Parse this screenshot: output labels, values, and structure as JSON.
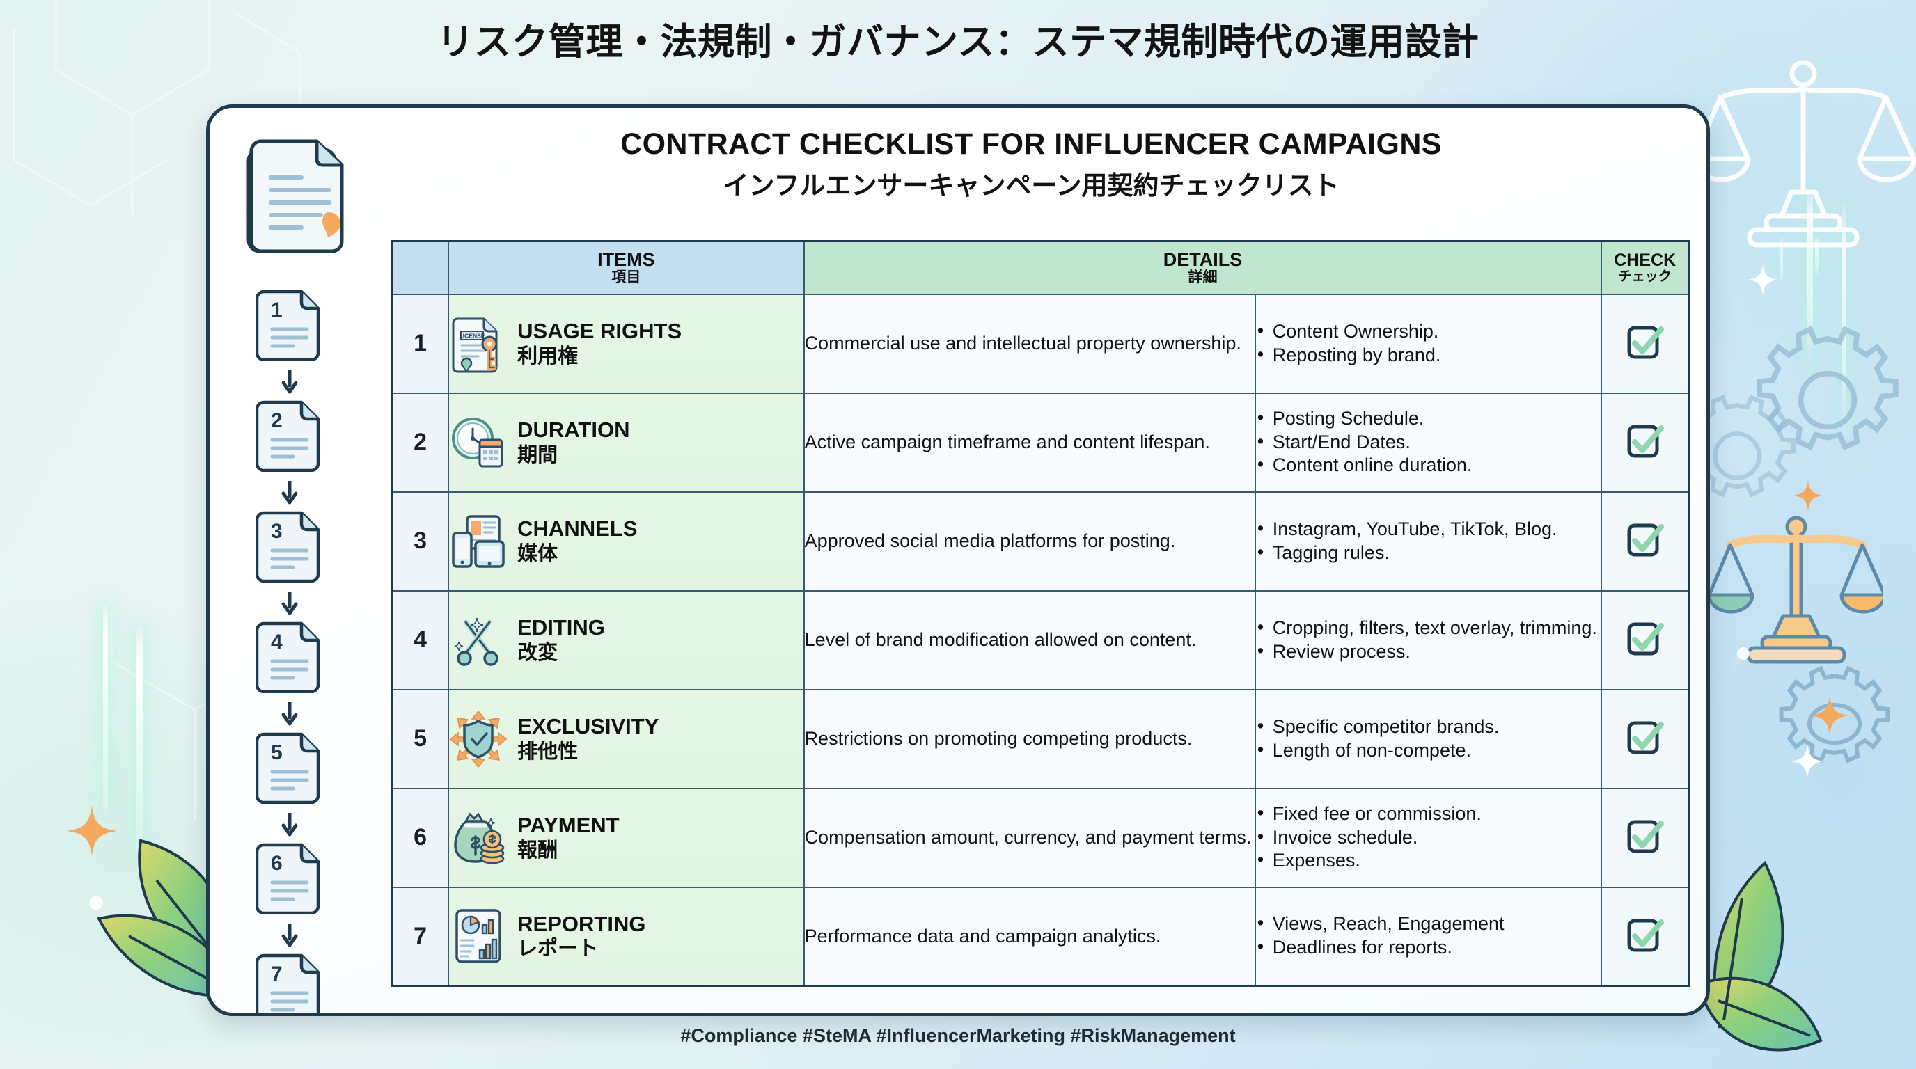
{
  "page_title": "リスク管理・法規制・ガバナンス：ステマ規制時代の運用設計",
  "card": {
    "heading_en": "CONTRACT CHECKLIST FOR INFLUENCER CAMPAIGNS",
    "heading_ja": "インフルエンサーキャンペーン用契約チェックリスト"
  },
  "table": {
    "columns": [
      {
        "key": "number",
        "label_en": "",
        "label_ja": ""
      },
      {
        "key": "items",
        "label_en": "ITEMS",
        "label_ja": "項目"
      },
      {
        "key": "details",
        "label_en": "DETAILS",
        "label_ja": "詳細"
      },
      {
        "key": "bullets",
        "label_en": "",
        "label_ja": ""
      },
      {
        "key": "check",
        "label_en": "CHECK",
        "label_ja": "チェック"
      }
    ],
    "rows": [
      {
        "number": "1",
        "icon": "license-key-icon",
        "item_en": "USAGE RIGHTS",
        "item_ja": "利用権",
        "details": "Commercial use and intellectual property ownership.",
        "bullets": [
          "Content Ownership.",
          "Reposting by brand."
        ],
        "checked": true
      },
      {
        "number": "2",
        "icon": "clock-calendar-icon",
        "item_en": "DURATION",
        "item_ja": "期間",
        "details": "Active campaign timeframe and content lifespan.",
        "bullets": [
          "Posting Schedule.",
          "Start/End Dates.",
          "Content online duration."
        ],
        "checked": true
      },
      {
        "number": "3",
        "icon": "devices-icon",
        "item_en": "CHANNELS",
        "item_ja": "媒体",
        "details": "Approved social media platforms for posting.",
        "bullets": [
          "Instagram, YouTube, TikTok, Blog.",
          "Tagging rules."
        ],
        "checked": true
      },
      {
        "number": "4",
        "icon": "scissors-icon",
        "item_en": "EDITING",
        "item_ja": "改変",
        "details": "Level of brand modification allowed on content.",
        "bullets": [
          "Cropping, filters, text overlay, trimming.",
          "Review process."
        ],
        "checked": true
      },
      {
        "number": "5",
        "icon": "shield-arrows-icon",
        "item_en": "EXCLUSIVITY",
        "item_ja": "排他性",
        "details": "Restrictions on promoting competing products.",
        "bullets": [
          "Specific competitor brands.",
          "Length of non-compete."
        ],
        "checked": true
      },
      {
        "number": "6",
        "icon": "money-bag-icon",
        "item_en": "PAYMENT",
        "item_ja": "報酬",
        "details": "Compensation amount, currency, and payment terms.",
        "bullets": [
          "Fixed fee or commission.",
          "Invoice schedule.",
          "Expenses."
        ],
        "checked": true
      },
      {
        "number": "7",
        "icon": "report-chart-icon",
        "item_en": "REPORTING",
        "item_ja": "レポート",
        "details": "Performance data and campaign analytics.",
        "bullets": [
          "Views, Reach, Engagement",
          "Deadlines for reports."
        ],
        "checked": true
      }
    ]
  },
  "rail": {
    "doc_icon": "document-stack-icon",
    "steps": [
      "1",
      "2",
      "3",
      "4",
      "5",
      "6",
      "7"
    ]
  },
  "footer": {
    "hashtags": "#Compliance  #SteMA  #InfluencerMarketing  #RiskManagement"
  },
  "colors": {
    "header_items_bg": "#c3dff0",
    "header_details_bg": "#c0e6cf",
    "item_cell_bg": "#e6f6e4",
    "card_border": "#1e3a4c",
    "check_mark": "#8fd6ae",
    "accent_orange": "#f5a95c",
    "accent_green": "#6dd0a8",
    "accent_blue": "#9fc5e8"
  }
}
